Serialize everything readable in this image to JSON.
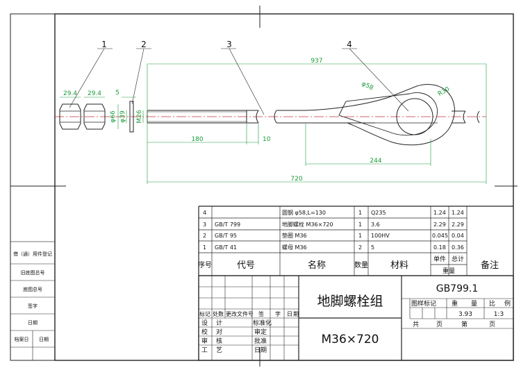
{
  "balloons": [
    "1",
    "2",
    "3",
    "4"
  ],
  "dimensions": {
    "nut_w1": "29.4",
    "nut_w2": "29.4",
    "washer_t": "5",
    "phi66": "φ66",
    "phi39": "φ39",
    "m26": "M26",
    "overall": "937",
    "thread_len": "180",
    "gap": "10",
    "loop_w": "244",
    "body_len": "720",
    "phi58": "φ58",
    "r30": "R30"
  },
  "bom": {
    "rows": [
      {
        "seq": "4",
        "code": "",
        "name": "圆钢 φ58,L=130",
        "qty": "1",
        "material": "Q235",
        "unit": "1.24",
        "total": "1.24"
      },
      {
        "seq": "3",
        "code": "GB/T 799",
        "name": "地脚螺栓 M36×720",
        "qty": "1",
        "material": "3.6",
        "unit": "2.29",
        "total": "2.29"
      },
      {
        "seq": "2",
        "code": "GB/T 95",
        "name": "垫圈 M36",
        "qty": "1",
        "material": "100HV",
        "unit": "0.045",
        "total": "0.04"
      },
      {
        "seq": "1",
        "code": "GB/T 41",
        "name": "螺母 M36",
        "qty": "2",
        "material": "5",
        "unit": "0.18",
        "total": "0.36"
      }
    ],
    "header": {
      "seq": "序号",
      "code": "代号",
      "name": "名称",
      "qty": "数量",
      "material": "材料",
      "unit": "单件",
      "total": "总计",
      "weight": "重量",
      "remark": "备注"
    }
  },
  "title_block": {
    "title": "地脚螺栓组",
    "spec": "M36×720",
    "drawing_no": "GB799.1",
    "rev_headers": [
      "标记",
      "处数",
      "更改文件号",
      "签",
      "字",
      "日",
      "期"
    ],
    "people": [
      "设",
      "计",
      "校",
      "对",
      "审",
      "核",
      "工",
      "艺"
    ],
    "approvals": [
      "标准化",
      "审定",
      "批准",
      "日期"
    ],
    "stage_headers": [
      "图样标记",
      "重",
      "量",
      "比",
      "例"
    ],
    "weight": "3.93",
    "scale": "1:3",
    "sheets": [
      "共",
      "页",
      "第",
      "页"
    ]
  },
  "side_block": [
    "借（通）用件登记",
    "旧底图总号",
    "底图总号",
    "签字",
    "日期"
  ],
  "side_bottom": [
    "档案日",
    "日期"
  ]
}
